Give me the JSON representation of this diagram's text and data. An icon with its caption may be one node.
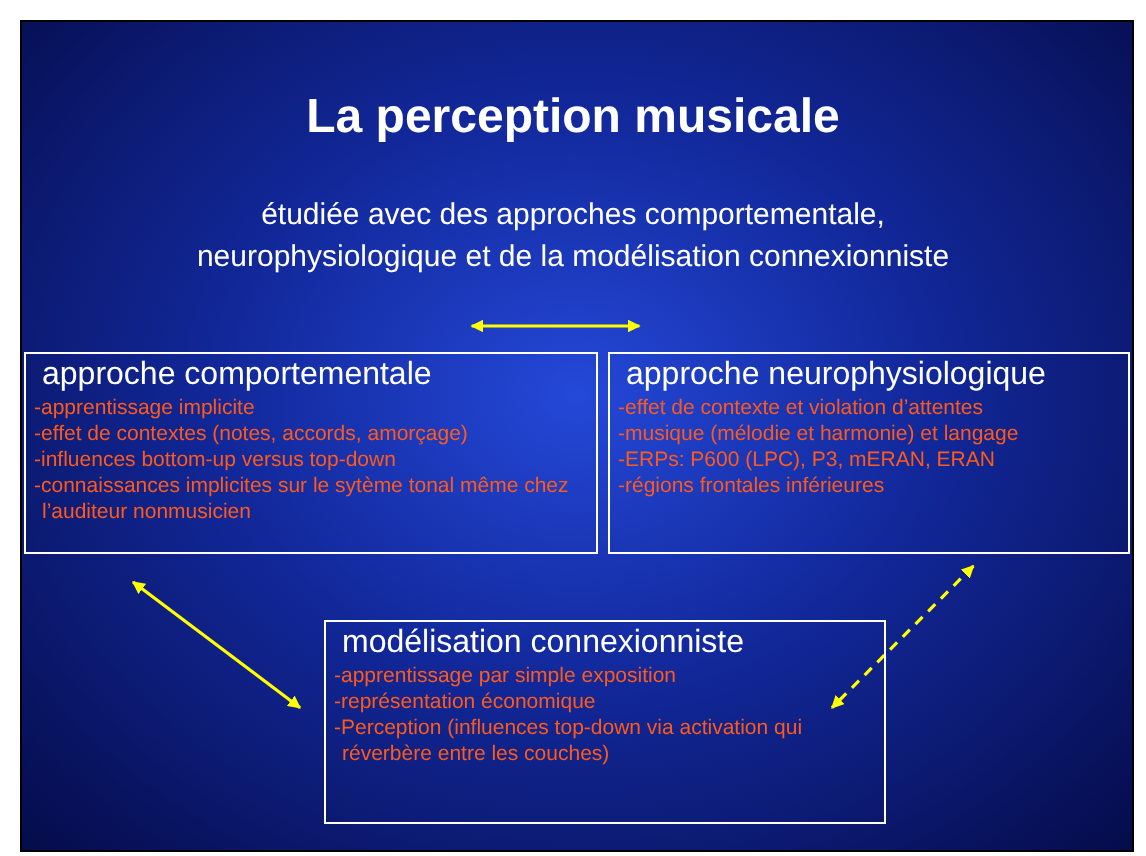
{
  "diagram": {
    "title": "La perception musicale",
    "nodes": [
      {
        "text": [
          "approche comportementale",
          "-apprentissage implicite",
          "-effet de contextes (notes, accords, amorçage)",
          "-influences bottom-up versus top-down",
          "-connaissances implicites sur le sytème tonal même chez l’auditeur nonmusicien"
        ]
      },
      {
        "text": [
          "approche neurophysiologique",
          "-effet de contexte et violation d’attentes",
          "-musique (mélodie et harmonie) et langage",
          "-ERPs: P600 (LPC), P3, mERAN, ERAN",
          "-régions frontales inférieures"
        ]
      },
      {
        "text": [
          "modélisation connexionniste",
          "-apprentissage par simple exposition",
          "-représentation économique",
          "-Perception (influences top-down via activation qui réverbère entre les couches)"
        ]
      }
    ],
    "edges": [
      {
        "from": 0,
        "to": 1,
        "arrow": "both",
        "color": "#ffff00"
      },
      {
        "from": 0,
        "to": 2,
        "arrow": "both",
        "color": "#ffff00"
      },
      {
        "from": 1,
        "to": 2,
        "arrow": "both",
        "style": "dashed",
        "color": "#ffff00"
      }
    ],
    "labels": [
      "étudiée avec des approches comportementale, neurophysiologique et de la modélisation connexionniste"
    ]
  }
}
